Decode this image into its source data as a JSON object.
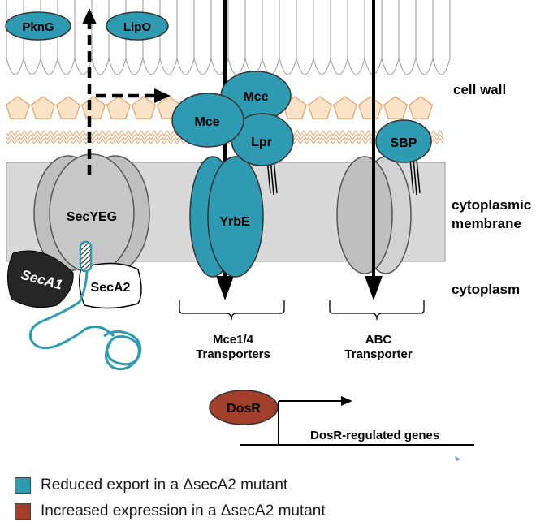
{
  "colors": {
    "teal": "#2E9BB3",
    "brown": "#A23F2A",
    "pentagon_fill": "#FBE3C8",
    "pentagon_stroke": "#E3A268",
    "membrane_gray": "#D9D9D9",
    "protein_gray": "#BFBFBF",
    "seca1": "#262626"
  },
  "regions": {
    "cell_wall": "cell wall",
    "cytoplasmic_1": "cytoplasmic",
    "cytoplasmic_2": "membrane",
    "cytoplasm": "cytoplasm"
  },
  "proteins": {
    "pkng": "PknG",
    "lipo": "LipO",
    "secyeg": "SecYEG",
    "seca1": "SecA1",
    "seca2": "SecA2",
    "mce_top": "Mce",
    "mce_left": "Mce",
    "lpr": "Lpr",
    "yrbe": "YrbE",
    "sbp": "SBP",
    "dosr": "DosR"
  },
  "transporters": {
    "mce_1": "Mce1/4",
    "mce_2": "Transporters",
    "abc_1": "ABC",
    "abc_2": "Transporter"
  },
  "genes": {
    "label": "DosR-regulated genes"
  },
  "legend": {
    "items": [
      {
        "color": "#2E9BB3",
        "text": "Reduced export in a ΔsecA2 mutant"
      },
      {
        "color": "#A23F2A",
        "text": "Increased expression in a ΔsecA2 mutant"
      }
    ]
  }
}
